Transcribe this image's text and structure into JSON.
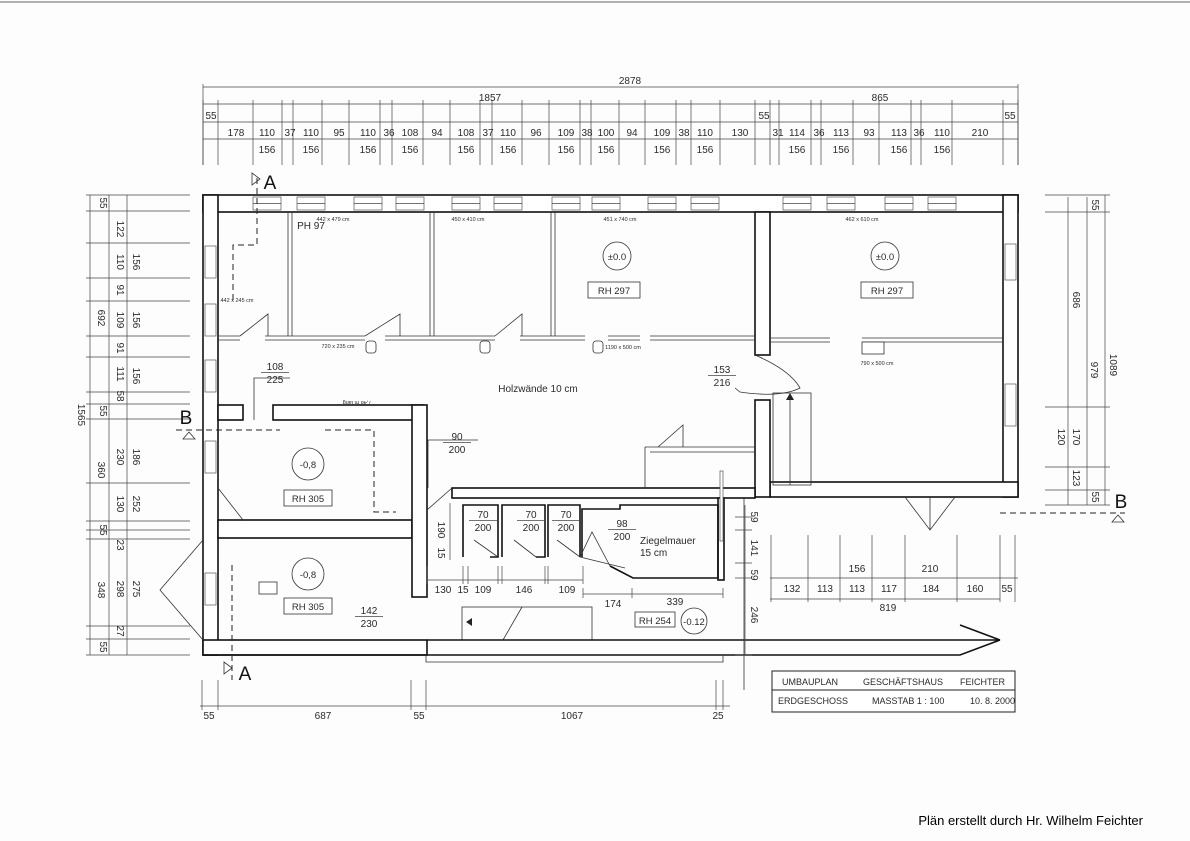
{
  "sheet": {
    "caption": "Plän erstellt durch Hr. Wilhelm Feichter"
  },
  "title_block": {
    "row1": [
      "UMBAUPLAN",
      "GESCHÄFTSHAUS",
      "FEICHTER"
    ],
    "row2": [
      "ERDGESCHOSS",
      "MASSTAB 1 : 100",
      "10. 8. 2000"
    ]
  },
  "section_marks": {
    "a_top": "A",
    "a_bottom": "A",
    "b_left": "B",
    "b_right": "B"
  },
  "dimensions": {
    "top": {
      "total": "2878",
      "left_block": "1857",
      "right_block": "865",
      "wall_left": "55",
      "wall_mid": "55",
      "wall_right": "55",
      "segments": [
        "178",
        "110",
        "37",
        "110",
        "95",
        "110",
        "36",
        "108",
        "94",
        "108",
        "37",
        "110",
        "96",
        "109",
        "38",
        "100",
        "94",
        "109",
        "38",
        "110",
        "130",
        "31",
        "114",
        "36",
        "113",
        "93",
        "113",
        "36",
        "110",
        "210"
      ],
      "openings": [
        "156",
        "156",
        "156",
        "156",
        "156",
        "156",
        "156",
        "156",
        "156",
        "156",
        "156",
        "156",
        "156",
        "156"
      ]
    },
    "left": {
      "total": "1565",
      "blocks": [
        "692",
        "360",
        "348"
      ],
      "walls": [
        "55",
        "55",
        "55",
        "55"
      ],
      "segments": [
        "122",
        "110",
        "91",
        "109",
        "91",
        "111",
        "58",
        "230",
        "130",
        "23",
        "298",
        "27"
      ],
      "openings": [
        "156",
        "156",
        "156",
        "186",
        "252",
        "275"
      ]
    },
    "right": {
      "total": "1089",
      "inner": "979",
      "walls": [
        "55",
        "55"
      ],
      "segments": [
        "686",
        "170",
        "123"
      ],
      "opening": "120"
    },
    "bottom": [
      "55",
      "687",
      "55",
      "1067",
      "25"
    ],
    "bottom_right": {
      "vertical": [
        "59",
        "141",
        "59",
        "246"
      ],
      "openings": [
        "156",
        "210"
      ],
      "segments": [
        "132",
        "113",
        "113",
        "117",
        "184",
        "160",
        "55"
      ],
      "total": "819"
    },
    "wc": {
      "segments": [
        "130",
        "15",
        "109",
        "146",
        "109"
      ],
      "lower": [
        "174",
        "339"
      ],
      "height": [
        "190",
        "15"
      ]
    }
  },
  "rooms": {
    "ph": "PH 97",
    "sizes": [
      "442 x 479 cm",
      "450 x 410 cm",
      "451 x 740 cm",
      "462 x 610 cm",
      "442 x 245 cm",
      "720 x 235 cm",
      "1190 x 500 cm",
      "790 x 500 cm"
    ],
    "levels": [
      "±0.0",
      "±0.0",
      "-0,8",
      "-0,8",
      "-0.12"
    ],
    "room_heights": [
      "RH 297",
      "RH 297",
      "RH 305",
      "RH 305",
      "RH 254"
    ],
    "notes": {
      "wood_walls": "Holzwände 10 cm",
      "brick_wall": [
        "Ziegelmauer",
        "15 cm"
      ],
      "corridor_length": "7,48 m lang"
    },
    "door_sizes": [
      [
        "108",
        "225"
      ],
      [
        "153",
        "216"
      ],
      [
        "90",
        "200"
      ],
      [
        "70",
        "200"
      ],
      [
        "70",
        "200"
      ],
      [
        "70",
        "200"
      ],
      [
        "98",
        "200"
      ],
      [
        "142",
        "230"
      ]
    ]
  }
}
